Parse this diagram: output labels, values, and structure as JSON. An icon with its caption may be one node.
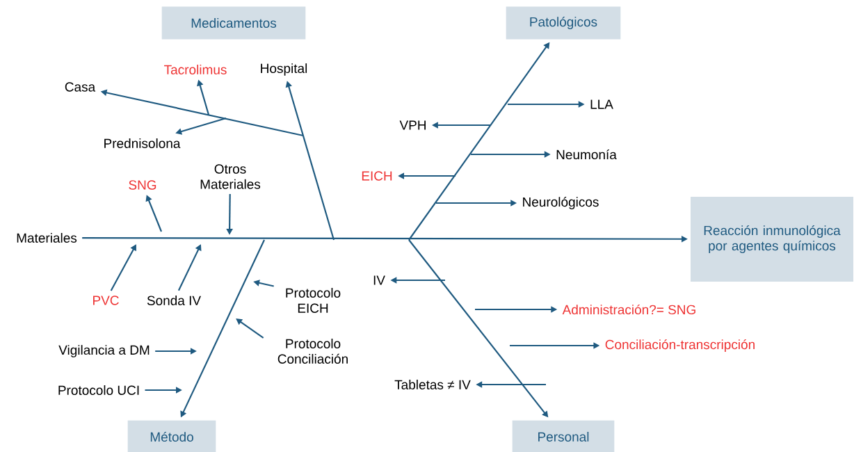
{
  "diagram": {
    "nodes": [
      {
        "text": [
          "Medicamentos"
        ]
      },
      {
        "text": [
          "Patológicos"
        ]
      },
      {
        "text": [
          "Tacrolimus"
        ]
      },
      {
        "text": [
          "Hospital"
        ]
      },
      {
        "text": [
          "Casa"
        ]
      },
      {
        "text": [
          "LLA"
        ]
      },
      {
        "text": [
          "VPH"
        ]
      },
      {
        "text": [
          "Prednisolona"
        ]
      },
      {
        "text": [
          "Neumonía"
        ]
      },
      {
        "text": [
          "Otros Materiales"
        ]
      },
      {
        "text": [
          "SNG"
        ]
      },
      {
        "text": [
          "EICH"
        ]
      },
      {
        "text": [
          "Neurológicos"
        ]
      },
      {
        "text": [
          "Reacción inmunológica por agentes químicos"
        ]
      },
      {
        "text": [
          "Materiales"
        ]
      },
      {
        "text": [
          "IV"
        ]
      },
      {
        "text": [
          "PVC"
        ]
      },
      {
        "text": [
          "Sonda IV"
        ]
      },
      {
        "text": [
          "Protocolo EICH"
        ]
      },
      {
        "text": [
          "Administración?= SNG"
        ]
      },
      {
        "text": [
          "Conciliación-transcripción"
        ]
      },
      {
        "text": [
          "Vigilancia a DM"
        ]
      },
      {
        "text": [
          "Protocolo Conciliación"
        ]
      },
      {
        "text": [
          "Protocolo UCI"
        ]
      },
      {
        "text": [
          "Tabletas ≠ IV"
        ]
      },
      {
        "text": [
          "Método"
        ]
      },
      {
        "text": [
          "Personal"
        ]
      }
    ],
    "edges": [
      {
        "from": 14,
        "to": 13,
        "arrow": "to"
      },
      {
        "from": null,
        "to": 3,
        "arrow": "to"
      },
      {
        "from": null,
        "to": 4,
        "arrow": "to"
      },
      {
        "from": null,
        "to": 2,
        "arrow": "to"
      },
      {
        "from": null,
        "to": 7,
        "arrow": "to"
      },
      {
        "from": null,
        "to": 1,
        "arrow": "to"
      },
      {
        "from": null,
        "to": 5,
        "arrow": "to"
      },
      {
        "from": null,
        "to": 6,
        "arrow": "to"
      },
      {
        "from": null,
        "to": 8,
        "arrow": "to"
      },
      {
        "from": null,
        "to": 11,
        "arrow": "to"
      },
      {
        "from": null,
        "to": 12,
        "arrow": "to"
      },
      {
        "from": null,
        "to": 10,
        "arrow": "to"
      },
      {
        "from": 9,
        "to": null,
        "arrow": "to"
      },
      {
        "from": 16,
        "to": null,
        "arrow": "to"
      },
      {
        "from": 17,
        "to": null,
        "arrow": "to"
      },
      {
        "from": null,
        "to": 25,
        "arrow": "to"
      },
      {
        "from": 18,
        "to": null,
        "arrow": "to"
      },
      {
        "from": 22,
        "to": null,
        "arrow": "to"
      },
      {
        "from": 21,
        "to": null,
        "arrow": "to"
      },
      {
        "from": 23,
        "to": null,
        "arrow": "to"
      },
      {
        "from": null,
        "to": 26,
        "arrow": "to"
      },
      {
        "from": null,
        "to": 15,
        "arrow": "to"
      },
      {
        "from": null,
        "to": 19,
        "arrow": "to"
      },
      {
        "from": null,
        "to": 20,
        "arrow": "to"
      },
      {
        "from": null,
        "to": 24,
        "arrow": "to"
      }
    ]
  }
}
